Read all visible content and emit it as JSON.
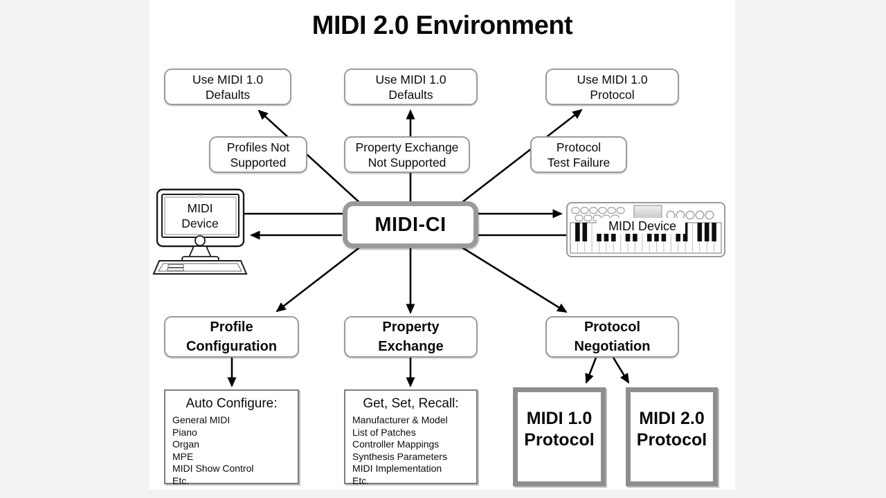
{
  "title": "MIDI 2.0 Environment",
  "colors": {
    "canvas": "#ffffff",
    "page_margin": "#f3f3f3",
    "box_border": "#9b9b9b",
    "thick_border": "#8e8e8e",
    "arrow": "#000000",
    "text": "#0a0a0a"
  },
  "nodes": {
    "use_defaults_left": {
      "line1": "Use MIDI 1.0",
      "line2": "Defaults"
    },
    "use_defaults_center": {
      "line1": "Use MIDI 1.0",
      "line2": "Defaults"
    },
    "use_protocol_right": {
      "line1": "Use MIDI 1.0",
      "line2": "Protocol"
    },
    "profiles_not_supported": {
      "line1": "Profiles Not",
      "line2": "Supported"
    },
    "property_exchange_not_supported": {
      "line1": "Property Exchange",
      "line2": "Not Supported"
    },
    "protocol_test_failure": {
      "line1": "Protocol",
      "line2": "Test Failure"
    },
    "midi_ci": {
      "label": "MIDI-CI"
    },
    "midi_device_left": {
      "line1": "MIDI",
      "line2": "Device"
    },
    "midi_device_right": {
      "label": "MIDI Device"
    },
    "profile_configuration": {
      "line1": "Profile",
      "line2": "Configuration"
    },
    "property_exchange": {
      "line1": "Property",
      "line2": "Exchange"
    },
    "protocol_negotiation": {
      "line1": "Protocol",
      "line2": "Negotiation"
    },
    "auto_configure": {
      "header": "Auto Configure:",
      "items": [
        "General MIDI",
        "Piano",
        "Organ",
        "MPE",
        "MIDI Show Control",
        "Etc."
      ]
    },
    "get_set_recall": {
      "header": "Get, Set, Recall:",
      "items": [
        "Manufacturer & Model",
        "List of Patches",
        "Controller Mappings",
        "Synthesis Parameters",
        "MIDI Implementation",
        "Etc."
      ]
    },
    "midi_10_protocol": {
      "line1": "MIDI 1.0",
      "line2": "Protocol"
    },
    "midi_20_protocol": {
      "line1": "MIDI 2.0",
      "line2": "Protocol"
    }
  }
}
